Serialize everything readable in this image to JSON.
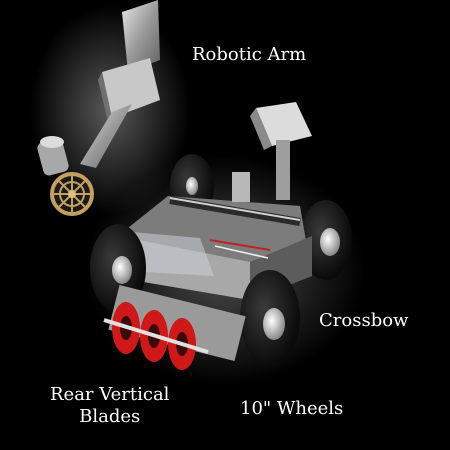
{
  "labels": {
    "robotic_arm": "Robotic Arm",
    "crossbow": "Crossbow",
    "rear_blades_line1": "Rear Vertical",
    "rear_blades_line2": "Blades",
    "wheels": "10\" Wheels"
  },
  "colors": {
    "background": "#000000",
    "label_text": "#ffffff",
    "blade_red": "#d01818",
    "wheel_rubber": "#101010",
    "metal": "#b8b8b8"
  }
}
